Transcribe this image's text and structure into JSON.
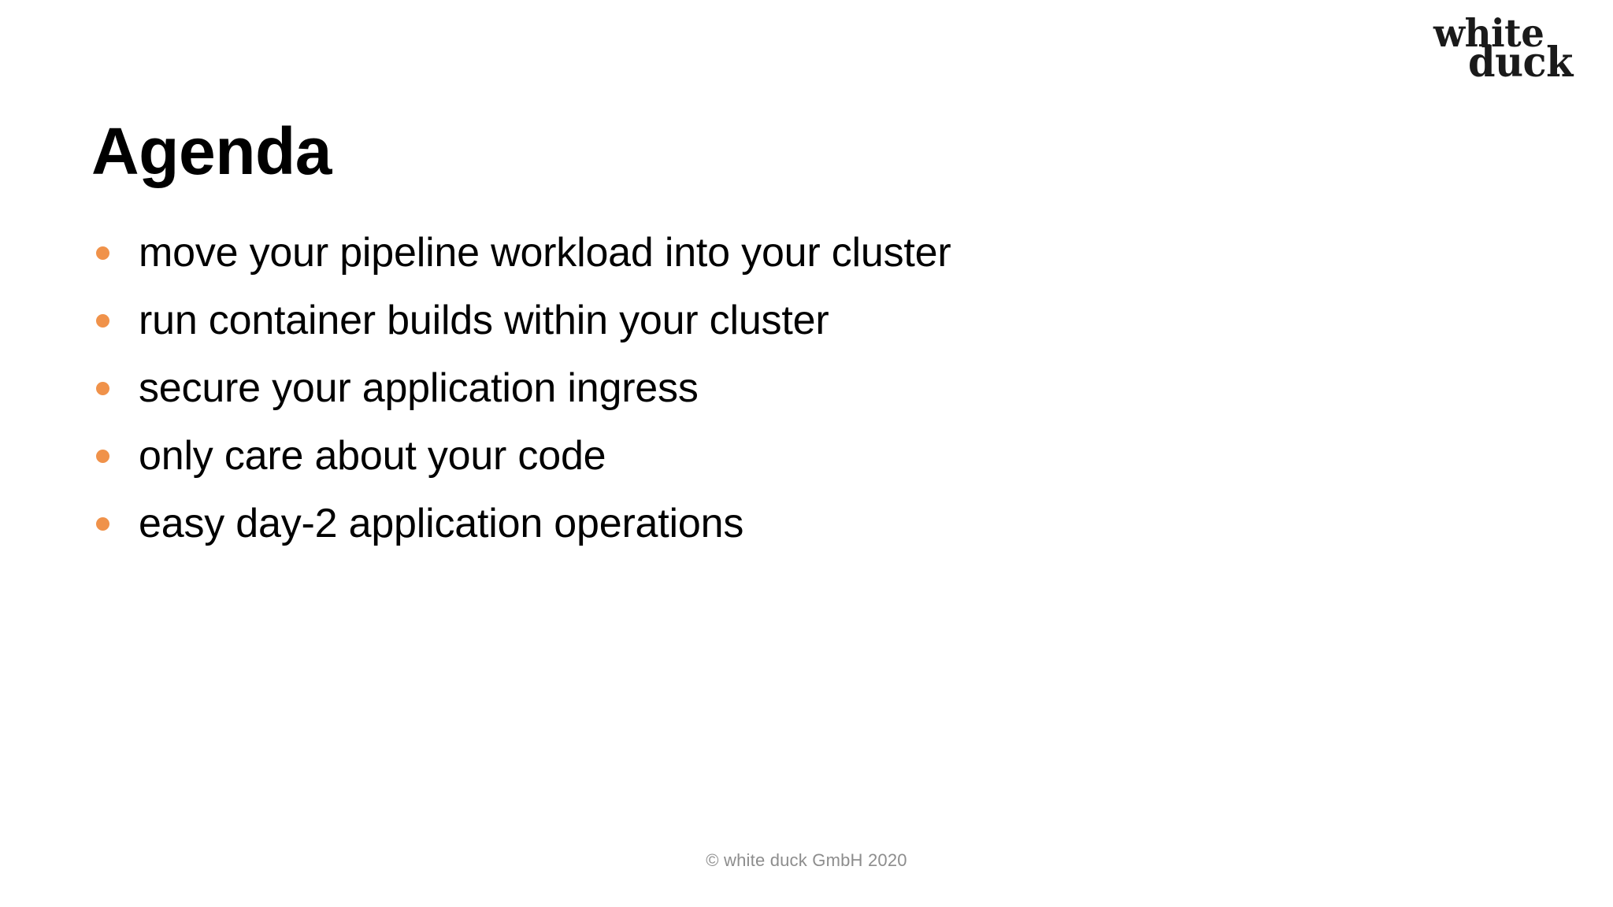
{
  "slide": {
    "title": "Agenda",
    "background_color": "#ffffff",
    "text_color": "#000000",
    "accent_color": "#f0924a"
  },
  "logo": {
    "line1": "white",
    "line2": "duck",
    "color": "#1a1a1a"
  },
  "bullets": [
    {
      "text": "move your pipeline workload into your cluster"
    },
    {
      "text": "run container builds within your cluster"
    },
    {
      "text": "secure your application ingress"
    },
    {
      "text": "only care about your code"
    },
    {
      "text": "easy day-2 application operations"
    }
  ],
  "footer": {
    "text": "© white duck GmbH 2020",
    "color": "#8d8d8d"
  }
}
